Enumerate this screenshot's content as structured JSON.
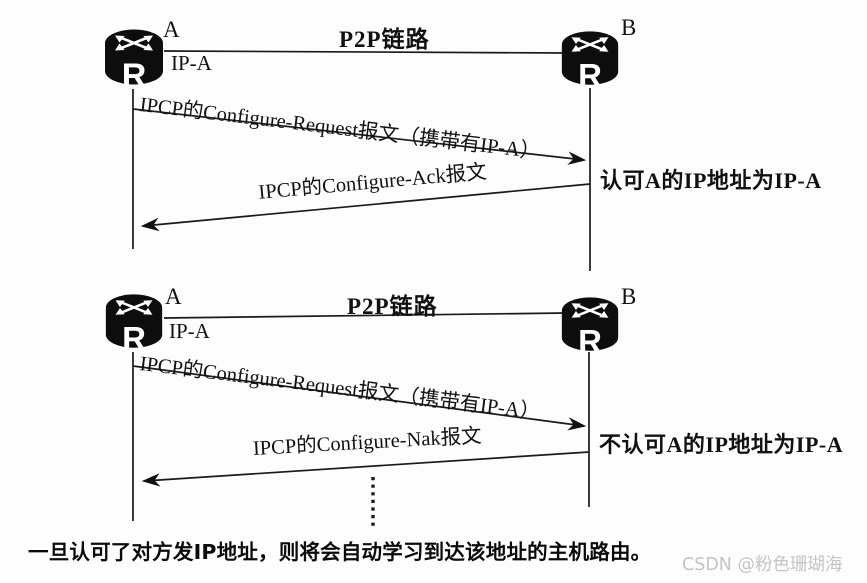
{
  "page": {
    "background": "#fdfdfd",
    "line_color": "#1a1a1a",
    "router_color": "#0d0d0d"
  },
  "diagrams": [
    {
      "id": "top",
      "router_a": {
        "name": "A",
        "ip_label": "IP-A"
      },
      "router_b": {
        "name": "B"
      },
      "link_label": "P2P链路",
      "messages": [
        {
          "text": "IPCP的Configure-Request报文（携带有IP-A）",
          "from": "A",
          "to": "B"
        },
        {
          "text": "IPCP的Configure-Ack报文",
          "from": "B",
          "to": "A"
        }
      ],
      "note": "认可A的IP地址为IP-A"
    },
    {
      "id": "bottom",
      "router_a": {
        "name": "A",
        "ip_label": "IP-A"
      },
      "router_b": {
        "name": "B"
      },
      "link_label": "P2P链路",
      "messages": [
        {
          "text": "IPCP的Configure-Request报文（携带有IP-A）",
          "from": "A",
          "to": "B"
        },
        {
          "text": "IPCP的Configure-Nak报文",
          "from": "B",
          "to": "A"
        }
      ],
      "note": "不认可A的IP地址为IP-A",
      "continuation": "dotted-line"
    }
  ],
  "caption": "一旦认可了对方发IP地址，则将会自动学习到达该地址的主机路由。",
  "watermark": {
    "text": "CSDN @粉色珊瑚海",
    "color": "#c4c4c4"
  }
}
